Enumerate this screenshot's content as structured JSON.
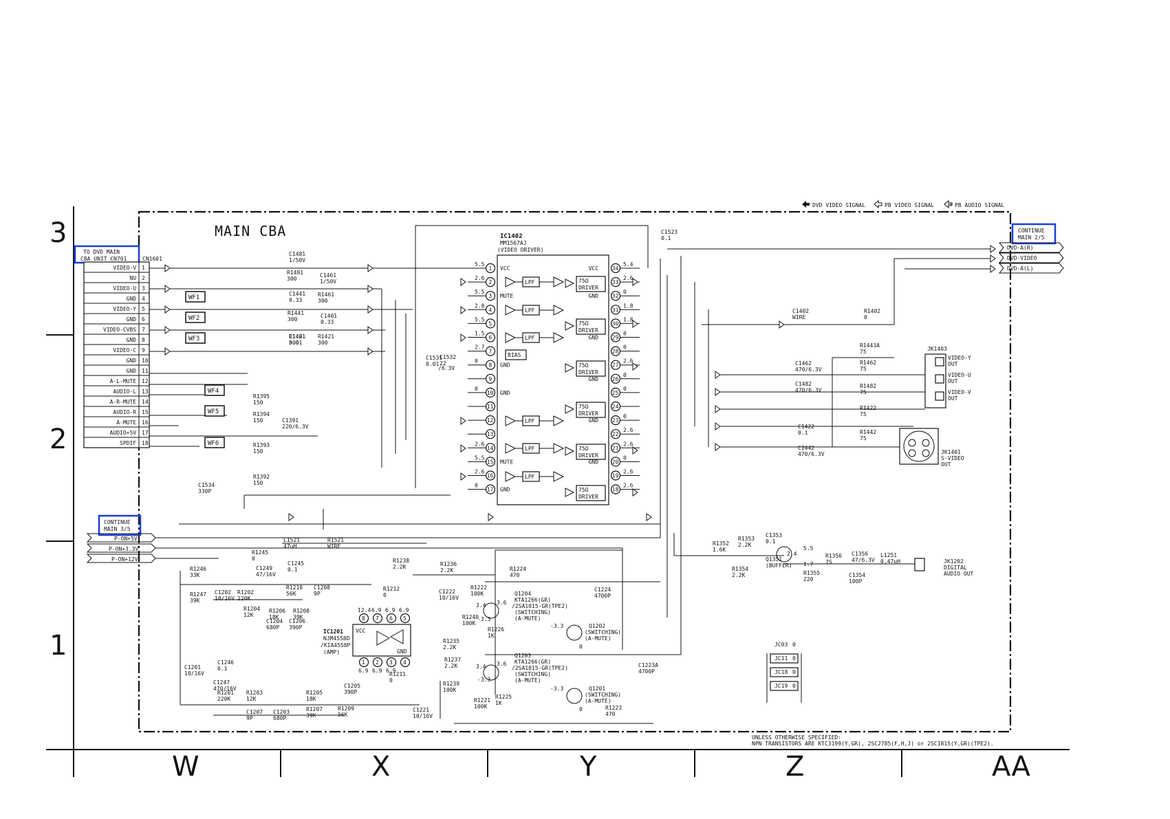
{
  "title": "MAIN CBA",
  "legend": {
    "dvd_video": "DVD VIDEO SIGNAL",
    "pb_video": "PB VIDEO SIGNAL",
    "pb_audio": "PB AUDIO SIGNAL"
  },
  "grid": {
    "rows": [
      "3",
      "2",
      "1"
    ],
    "cols": [
      "W",
      "X",
      "Y",
      "Z",
      "AA"
    ]
  },
  "connector": {
    "label_1": "TO DVD MAIN",
    "label_2": "CBA UNIT CN701",
    "ref": "CN1601",
    "pins": [
      {
        "n": "1",
        "name": "VIDEO-V"
      },
      {
        "n": "2",
        "name": "NU"
      },
      {
        "n": "3",
        "name": "VIDEO-U"
      },
      {
        "n": "4",
        "name": "GND"
      },
      {
        "n": "5",
        "name": "VIDEO-Y"
      },
      {
        "n": "6",
        "name": "GND"
      },
      {
        "n": "7",
        "name": "VIDEO-CVBS"
      },
      {
        "n": "8",
        "name": "GND"
      },
      {
        "n": "9",
        "name": "VIDEO-C"
      },
      {
        "n": "10",
        "name": "GND"
      },
      {
        "n": "11",
        "name": "GND"
      },
      {
        "n": "12",
        "name": "A-L-MUTE"
      },
      {
        "n": "13",
        "name": "AUDIO-L"
      },
      {
        "n": "14",
        "name": "A-R-MUTE"
      },
      {
        "n": "15",
        "name": "AUDIO-R"
      },
      {
        "n": "16",
        "name": "A-MUTE"
      },
      {
        "n": "17",
        "name": "AUDIO+5V"
      },
      {
        "n": "18",
        "name": "SPDIF"
      }
    ]
  },
  "waveforms": [
    "WF1",
    "WF2",
    "WF3",
    "WF4",
    "WF5",
    "WF6"
  ],
  "continue_top": {
    "line1": "CONTINUE",
    "line2": "MAIN 2/5"
  },
  "continue_left": {
    "line1": "CONTINUE",
    "line2": "MAIN 3/5"
  },
  "outputs_top": [
    "DVD-A(R)",
    "DVD-VIDEO",
    "DVD-A(L)"
  ],
  "power_inputs": [
    "P-ON+5V",
    "P-ON+3.3V",
    "P-ON+12V"
  ],
  "ic1402": {
    "ref": "IC1402",
    "part": "MM1567AJ",
    "desc": "(VIDEO DRIVER)",
    "left_pins": [
      {
        "n": "1",
        "label": "VCC",
        "v": "5.5"
      },
      {
        "n": "2",
        "label": "",
        "v": "2.6"
      },
      {
        "n": "3",
        "label": "MUTE",
        "v": "5.5"
      },
      {
        "n": "4",
        "label": "",
        "v": "2.8"
      },
      {
        "n": "5",
        "label": "",
        "v": "5.5"
      },
      {
        "n": "6",
        "label": "",
        "v": "1.5"
      },
      {
        "n": "7",
        "label": "",
        "v": "2.7"
      },
      {
        "n": "8",
        "label": "GND",
        "v": "0"
      },
      {
        "n": "9",
        "label": "",
        "v": ""
      },
      {
        "n": "10",
        "label": "GND",
        "v": "0"
      },
      {
        "n": "11",
        "label": "",
        "v": ""
      },
      {
        "n": "12",
        "label": "",
        "v": ""
      },
      {
        "n": "13",
        "label": "",
        "v": ""
      },
      {
        "n": "14",
        "label": "",
        "v": "2.6"
      },
      {
        "n": "15",
        "label": "MUTE",
        "v": "5.5"
      },
      {
        "n": "16",
        "label": "",
        "v": "2.6"
      },
      {
        "n": "17",
        "label": "GND",
        "v": "0"
      }
    ],
    "right_pins": [
      {
        "n": "34",
        "label": "VCC",
        "v": "5.4"
      },
      {
        "n": "33",
        "label": "",
        "v": "2.6"
      },
      {
        "n": "32",
        "label": "GND",
        "v": "0"
      },
      {
        "n": "31",
        "label": "",
        "v": "1.8"
      },
      {
        "n": "30",
        "label": "",
        "v": "1.8"
      },
      {
        "n": "29",
        "label": "GND",
        "v": "0"
      },
      {
        "n": "28",
        "label": "",
        "v": "0"
      },
      {
        "n": "27",
        "label": "",
        "v": "2.6"
      },
      {
        "n": "26",
        "label": "GND",
        "v": "0"
      },
      {
        "n": "25",
        "label": "",
        "v": "0"
      },
      {
        "n": "24",
        "label": "",
        "v": ""
      },
      {
        "n": "23",
        "label": "GND",
        "v": "0"
      },
      {
        "n": "22",
        "label": "",
        "v": "2.6"
      },
      {
        "n": "21",
        "label": "",
        "v": "2.6"
      },
      {
        "n": "20",
        "label": "GND",
        "v": "0"
      },
      {
        "n": "19",
        "label": "",
        "v": "2.6"
      },
      {
        "n": "18",
        "label": "",
        "v": "2.6"
      }
    ],
    "bias": "BIAS",
    "lpf": "LPF",
    "driver": "75Ω DRIVER"
  },
  "jacks": {
    "jk1403": {
      "ref": "JK1403",
      "y": "VIDEO-Y",
      "u": "VIDEO-U",
      "v": "VIDEO-V",
      "out": "OUT"
    },
    "jk1401": {
      "ref": "JK1401",
      "name": "S-VIDEO",
      "out": "OUT"
    },
    "jk1202": {
      "ref": "JK1202",
      "name": "DIGITAL",
      "name2": "AUDIO OUT"
    }
  },
  "ic1201": {
    "ref": "IC1201",
    "part1": "NJM4558D",
    "part2": "/KIA4558P",
    "desc": "(AMP)",
    "vcc": "VCC",
    "gnd": "GND",
    "top_v": [
      "12.4",
      "6.9",
      "6.9",
      "6.9"
    ],
    "bot_v": [
      "6.9",
      "6.9",
      "6.9"
    ]
  },
  "components": [
    {
      "t": "C1481",
      "v": "1/50V"
    },
    {
      "t": "R1481",
      "v": "300"
    },
    {
      "t": "C1461",
      "v": "1/50V"
    },
    {
      "t": "R1461",
      "v": "300"
    },
    {
      "t": "C1441",
      "v": "0.33"
    },
    {
      "t": "R1441",
      "v": "300"
    },
    {
      "t": "C1401",
      "v": "0.33"
    },
    {
      "t": "C1421",
      "v": "0.01"
    },
    {
      "t": "R1401",
      "v": "300"
    },
    {
      "t": "R1421",
      "v": "300"
    },
    {
      "t": "R1395",
      "v": "150"
    },
    {
      "t": "R1394",
      "v": "150"
    },
    {
      "t": "C1391",
      "v": "220/6.3V"
    },
    {
      "t": "R1393",
      "v": "150"
    },
    {
      "t": "R1392",
      "v": "150"
    },
    {
      "t": "C1534",
      "v": "330P"
    },
    {
      "t": "C1531",
      "v": "0.01"
    },
    {
      "t": "C1532",
      "v": "22"
    },
    {
      "t": "",
      "v": "/6.3V"
    },
    {
      "t": "C1523",
      "v": "0.1"
    },
    {
      "t": "C1402",
      "v": "WIRE"
    },
    {
      "t": "R1402",
      "v": "0"
    },
    {
      "t": "R1443A",
      "v": "75"
    },
    {
      "t": "C1462",
      "v": "470/6.3V"
    },
    {
      "t": "R1462",
      "v": "75"
    },
    {
      "t": "C1482",
      "v": "470/6.3V"
    },
    {
      "t": "R1482",
      "v": "75"
    },
    {
      "t": "R1422",
      "v": "75"
    },
    {
      "t": "C1422",
      "v": "0.1"
    },
    {
      "t": "R1442",
      "v": "75"
    },
    {
      "t": "C1442",
      "v": "470/6.3V"
    },
    {
      "t": "L1521",
      "v": "47uH"
    },
    {
      "t": "R1521",
      "v": "WIRE"
    },
    {
      "t": "R1352",
      "v": "1.6K"
    },
    {
      "t": "R1353",
      "v": "2.2K"
    },
    {
      "t": "C1353",
      "v": "0.1"
    },
    {
      "t": "Q1351",
      "v": "(BUFFER)"
    },
    {
      "t": "R1354",
      "v": "2.2K"
    },
    {
      "t": "R1355",
      "v": "220"
    },
    {
      "t": "R1356",
      "v": "75"
    },
    {
      "t": "C1356",
      "v": "47/6.3V"
    },
    {
      "t": "L1251",
      "v": "0.47uH"
    },
    {
      "t": "C1354",
      "v": "100P"
    },
    {
      "t": "R1245",
      "v": "0"
    },
    {
      "t": "C1245",
      "v": "0.1"
    },
    {
      "t": "R1246",
      "v": "33K"
    },
    {
      "t": "C1249",
      "v": "47/16V"
    },
    {
      "t": "R1247",
      "v": "39K"
    },
    {
      "t": "C1202",
      "v": "10/16V"
    },
    {
      "t": "R1202",
      "v": "220K"
    },
    {
      "t": "R1210",
      "v": "56K"
    },
    {
      "t": "C1208",
      "v": "9P"
    },
    {
      "t": "R1204",
      "v": "12K"
    },
    {
      "t": "R1206",
      "v": "18K"
    },
    {
      "t": "R1208",
      "v": "39K"
    },
    {
      "t": "C1204",
      "v": "680P"
    },
    {
      "t": "C1206",
      "v": "390P"
    },
    {
      "t": "R1238",
      "v": "2.2K"
    },
    {
      "t": "R1236",
      "v": "2.2K"
    },
    {
      "t": "C1222",
      "v": "10/16V"
    },
    {
      "t": "R1222",
      "v": "100K"
    },
    {
      "t": "R1212",
      "v": "0"
    },
    {
      "t": "R1224",
      "v": "470"
    },
    {
      "t": "C1224",
      "v": "4700P"
    },
    {
      "t": "R1240",
      "v": "100K"
    },
    {
      "t": "R1226",
      "v": "1K"
    },
    {
      "t": "R1235",
      "v": "2.2K"
    },
    {
      "t": "R1237",
      "v": "2.2K"
    },
    {
      "t": "R1239",
      "v": "100K"
    },
    {
      "t": "R1221",
      "v": "100K"
    },
    {
      "t": "R1225",
      "v": "1K"
    },
    {
      "t": "R1223",
      "v": "470"
    },
    {
      "t": "C1223A",
      "v": "4700P"
    },
    {
      "t": "C1221",
      "v": "10/16V"
    },
    {
      "t": "R1211",
      "v": "0"
    },
    {
      "t": "C1201",
      "v": "10/16V"
    },
    {
      "t": "C1246",
      "v": "0.1"
    },
    {
      "t": "C1247",
      "v": "470/16V"
    },
    {
      "t": "R1201",
      "v": "220K"
    },
    {
      "t": "R1203",
      "v": "12K"
    },
    {
      "t": "R1205",
      "v": "18K"
    },
    {
      "t": "R1207",
      "v": "39K"
    },
    {
      "t": "R1209",
      "v": "56K"
    },
    {
      "t": "C1207",
      "v": "9P"
    },
    {
      "t": "C1203",
      "v": "680P"
    },
    {
      "t": "C1205",
      "v": "390P"
    }
  ],
  "transistors": {
    "q1204": {
      "ref": "Q1204",
      "p1": "KTA1266(GR)",
      "p2": "/2SA1015-GR(TPE2)",
      "d1": "(SWITCHING)",
      "d2": "(A-MUTE)"
    },
    "q1202": {
      "ref": "Q1202",
      "d1": "(SWITCHING)",
      "d2": "(A-MUTE)"
    },
    "q1203": {
      "ref": "Q1203",
      "p1": "KTA1266(GR)",
      "p2": "/2SA1015-GR(TPE2)",
      "d1": "(SWITCHING)",
      "d2": "(A-MUTE)"
    },
    "q1201": {
      "ref": "Q1201",
      "d1": "(SWITCHING)",
      "d2": "(A-MUTE)"
    }
  },
  "jumpers": [
    {
      "ref": "JC03",
      "v": "0"
    },
    {
      "ref": "JC11",
      "v": "0"
    },
    {
      "ref": "JC18",
      "v": "0"
    },
    {
      "ref": "JC19",
      "v": "0"
    }
  ],
  "voltages_misc": [
    "3.4",
    "3.6",
    "-3.3",
    "-3.3",
    "0",
    "3.4",
    "3.6",
    "-3.3",
    "-3.3",
    "0",
    "5.5",
    "2.4",
    "1.7"
  ],
  "notes": {
    "line1": "UNLESS OTHERWISE SPECIFIED:",
    "line2": "NPN TRANSISTORS ARE KTC3199(Y,GR), 2SC2785(F,H,J) or 2SC1815(Y,GR)(TPE2)."
  }
}
